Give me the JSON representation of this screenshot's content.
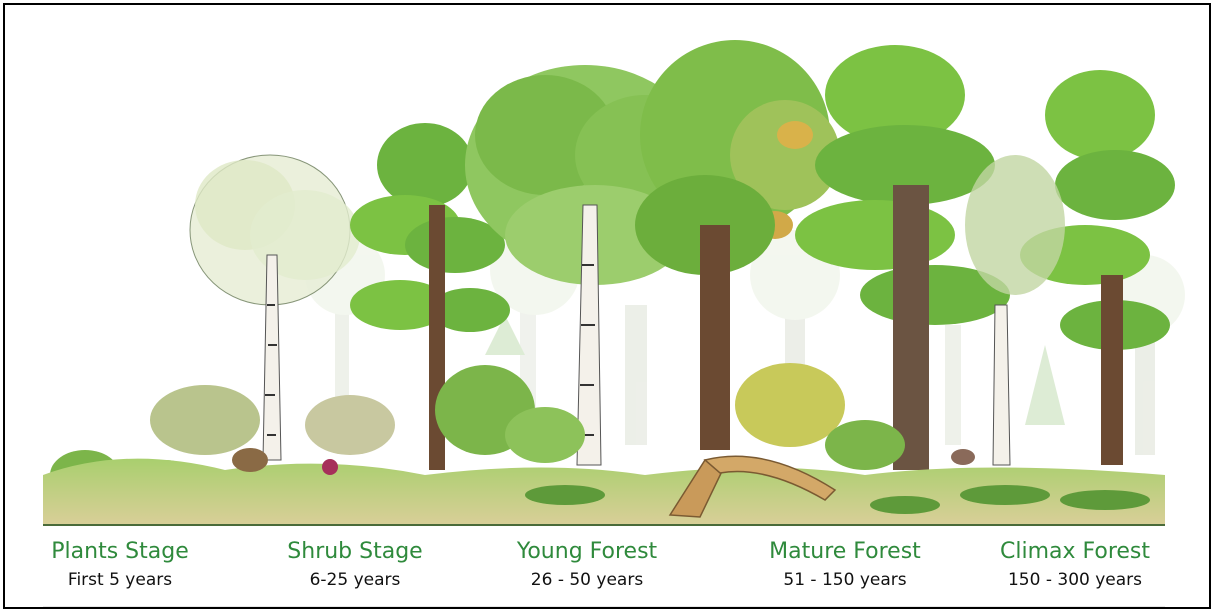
{
  "colors": {
    "stage_title": "#2f8a3c",
    "years_text": "#111111",
    "ground_line": "#4a6b3a",
    "bright_green": "#7cc243",
    "dark_trunk": "#6b4a32",
    "birch_bark": "#f4f1ea"
  },
  "stages": [
    {
      "title": "Plants Stage",
      "years": "First 5 years"
    },
    {
      "title": "Shrub Stage",
      "years": "6-25 years"
    },
    {
      "title": "Young Forest",
      "years": "26 - 50 years"
    },
    {
      "title": "Mature Forest",
      "years": "51 - 150 years"
    },
    {
      "title": "Climax Forest",
      "years": "150 - 300 years"
    }
  ]
}
